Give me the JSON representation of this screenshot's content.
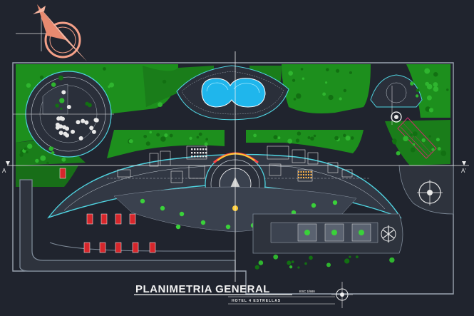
{
  "drawing": {
    "title": "PLANIMETRIA GENERAL",
    "subtitle": "HOTEL 4 ESTRELLAS",
    "scale": "ESC 1/500",
    "section_marks": {
      "left": "A",
      "right": "A'"
    }
  },
  "colors": {
    "background": "#20242e",
    "vegetation": "#1d8f1d",
    "outline": "#4fd3e0",
    "pool": "#1fb6ec",
    "road": "#7e8a98",
    "parking": "#d6262b",
    "accent": "#ffcc33"
  }
}
